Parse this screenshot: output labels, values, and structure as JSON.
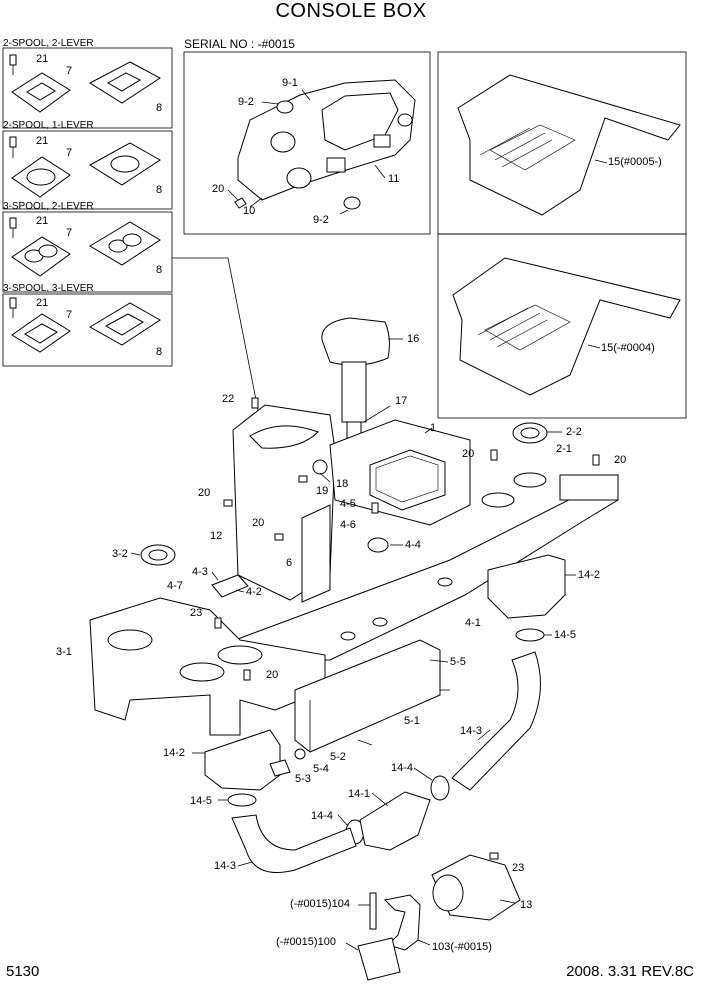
{
  "title": "CONSOLE BOX",
  "serial_label": "SERIAL NO : -#0015",
  "page_number": "5130",
  "revision": "2008. 3.31  REV.8C",
  "variants": [
    {
      "label": "2-SPOOL, 2-LEVER"
    },
    {
      "label": "2-SPOOL, 1-LEVER"
    },
    {
      "label": "3-SPOOL, 2-LEVER"
    },
    {
      "label": "3-SPOOL, 3-LEVER"
    }
  ],
  "callouts": {
    "v21": "21",
    "v7": "7",
    "v8": "8",
    "p9_1": "9-1",
    "p9_2a": "9-2",
    "p9_2b": "9-2",
    "p20a": "20",
    "p10": "10",
    "p11": "11",
    "p15a": "15(#0005-)",
    "p15b": "15(-#0004)",
    "p16": "16",
    "p17": "17",
    "p22": "22",
    "p1": "1",
    "p2_2": "2-2",
    "p2_1": "2-1",
    "p20b": "20",
    "p20c": "20",
    "p20d": "20",
    "p20e": "20",
    "p20f": "20",
    "p18": "18",
    "p19": "19",
    "p12": "12",
    "p4_5": "4-5",
    "p4_6": "4-6",
    "p4_4": "4-4",
    "p6": "6",
    "p3_2": "3-2",
    "p4_3": "4-3",
    "p4_7": "4-7",
    "p4_2": "4-2",
    "p23a": "23",
    "p14_2a": "14-2",
    "p3_1": "3-1",
    "p4_1": "4-1",
    "p14_5a": "14-5",
    "p5_5": "5-5",
    "p5_1": "5-1",
    "p14_3a": "14-3",
    "p14_2b": "14-2",
    "p5_2": "5-2",
    "p5_4": "5-4",
    "p5_3": "5-3",
    "p14_4a": "14-4",
    "p14_5b": "14-5",
    "p14_1": "14-1",
    "p14_4b": "14-4",
    "p14_3b": "14-3",
    "p23b": "23",
    "p13": "13",
    "p104": "(-#0015)104",
    "p103": "103(-#0015)",
    "p100": "(-#0015)100"
  }
}
